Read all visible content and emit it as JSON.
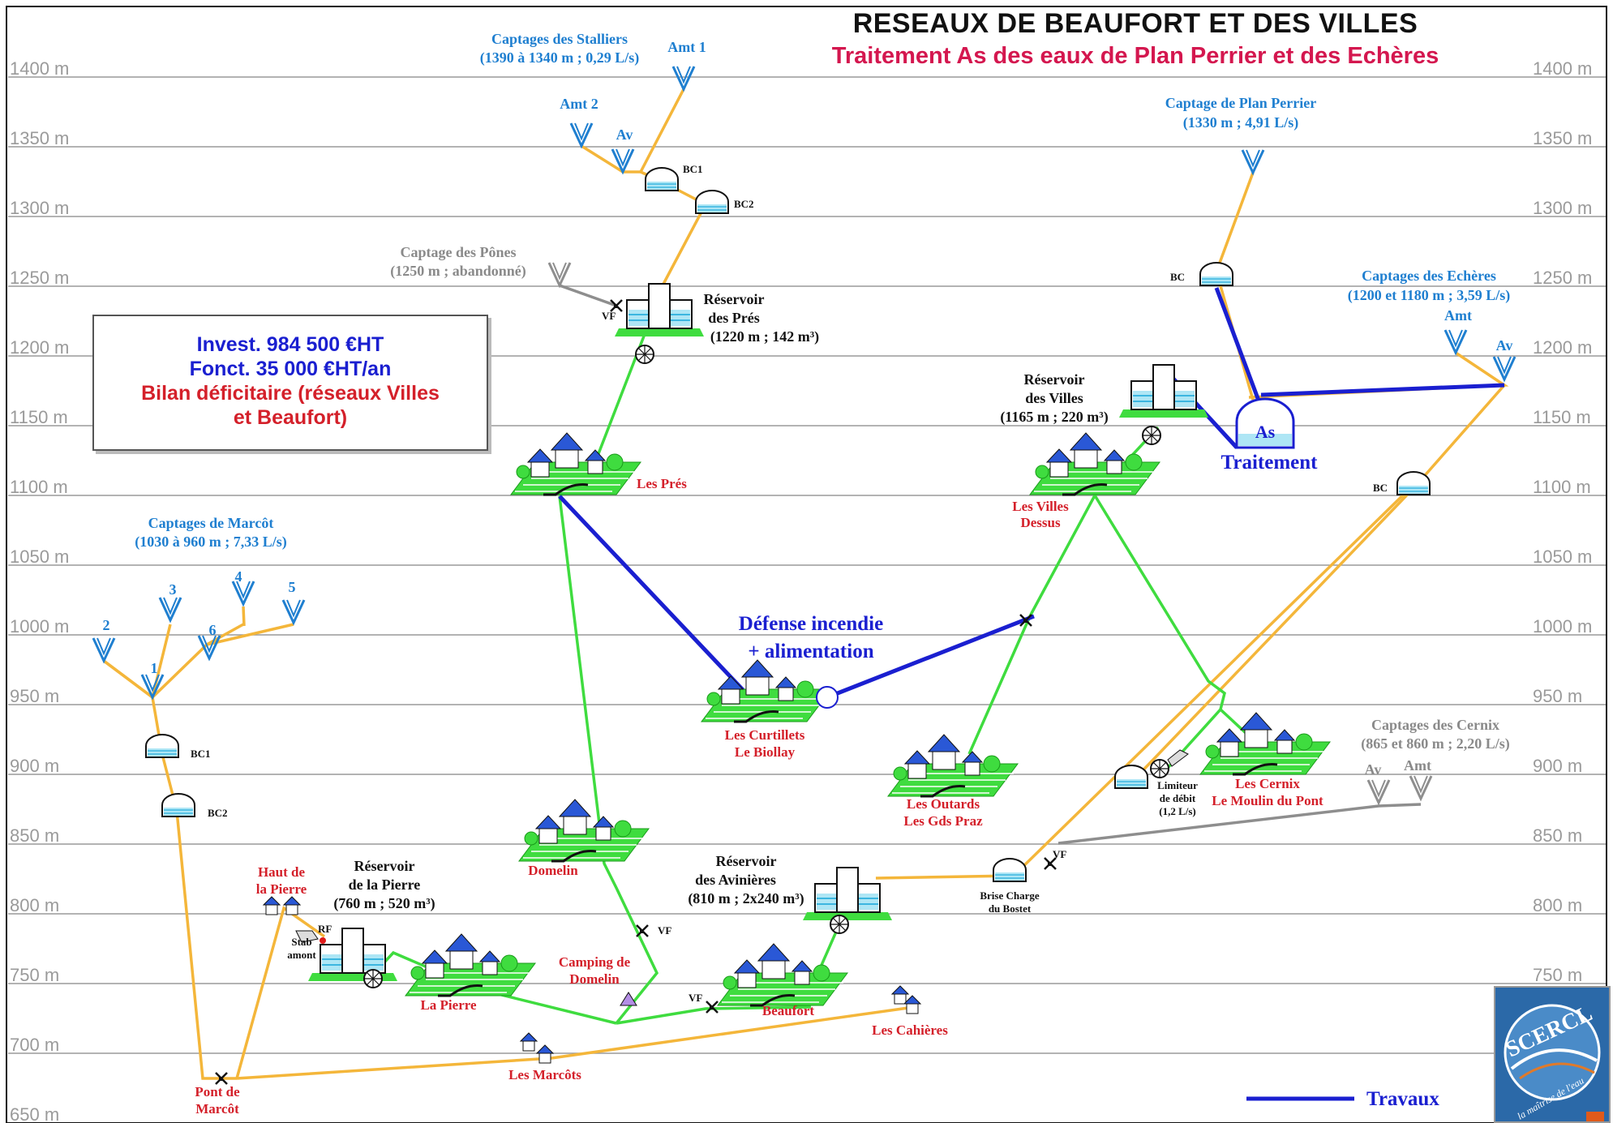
{
  "title": "RESEAUX DE BEAUFORT ET DES VILLES",
  "subtitle": "Traitement As des eaux de Plan Perrier et des Echères",
  "altitude_labels": [
    "1400 m",
    "1350 m",
    "1300 m",
    "1250 m",
    "1200 m",
    "1150 m",
    "1100 m",
    "1050 m",
    "1000 m",
    "950 m",
    "900 m",
    "850 m",
    "800 m",
    "750 m",
    "700 m",
    "650 m"
  ],
  "infobox": {
    "line1": "Invest. 984 500 €HT",
    "line2": "Fonct. 35 000 €HT/an",
    "line3": "Bilan déficitaire (réseaux Villes",
    "line4": "et  Beaufort)"
  },
  "captages": {
    "stalliers": {
      "name": "Captages des Stalliers",
      "detail": "(1390 à 1340 m ; 0,29 L/s)",
      "amt1": "Amt 1",
      "amt2": "Amt 2",
      "av": "Av"
    },
    "pones": {
      "name": "Captage des Pônes",
      "detail": "(1250 m ; abandonné)"
    },
    "plan_perrier": {
      "name": "Captage de Plan Perrier",
      "detail": "(1330 m ; 4,91 L/s)"
    },
    "echeres": {
      "name": "Captages des Echères",
      "detail": "(1200 et 1180 m ; 3,59 L/s)",
      "amt": "Amt",
      "av": "Av"
    },
    "marcot": {
      "name": "Captages de Marcôt",
      "detail": "(1030 à 960 m ; 7,33 L/s)",
      "n1": "1",
      "n2": "2",
      "n3": "3",
      "n4": "4",
      "n5": "5",
      "n6": "6"
    },
    "cernix": {
      "name": "Captages des Cernix",
      "detail": "(865 et 860 m ; 2,20 L/s)",
      "av": "Av",
      "amt": "Amt"
    }
  },
  "structures": {
    "bc1_stalliers": "BC1",
    "bc2_stalliers": "BC2",
    "bc_perrier": "BC",
    "bc_echeres": "BC",
    "bc1_marcot": "BC1",
    "bc2_marcot": "BC2",
    "vf1": "VF",
    "vf2": "VF",
    "vf3": "VF",
    "vf4": "VF",
    "rf": "RF",
    "stab": "Stab",
    "stab2": "amont",
    "as": "As",
    "traitement": "Traitement"
  },
  "reservoirs": {
    "pres": {
      "l1": "Réservoir",
      "l2": "des Prés",
      "l3": "(1220 m ; 142 m³)"
    },
    "villes": {
      "l1": "Réservoir",
      "l2": "des Villes",
      "l3": "(1165 m ; 220 m³)"
    },
    "pierre": {
      "l1": "Réservoir",
      "l2": "de la Pierre",
      "l3": "(760 m ; 520 m³)"
    },
    "avinieres": {
      "l1": "Réservoir",
      "l2": "des Avinières",
      "l3": "(810 m ; 2x240 m³)"
    }
  },
  "villages": {
    "pres": "Les Prés",
    "villes_1": "Les Villes",
    "villes_2": "Dessus",
    "curtillets_1": "Les Curtillets",
    "curtillets_2": "Le Biollay",
    "outards_1": "Les Outards",
    "outards_2": "Les Gds Praz",
    "cernix_1": "Les Cernix",
    "cernix_2": "Le Moulin du Pont",
    "domelin": "Domelin",
    "camping_1": "Camping de",
    "camping_2": "Domelin",
    "beaufort": "Beaufort",
    "pierre": "La Pierre",
    "haut_pierre_1": "Haut de",
    "haut_pierre_2": "la Pierre",
    "cahieres": "Les Cahières",
    "marcots": "Les Marcôts",
    "pont_1": "Pont de",
    "pont_2": "Marcôt"
  },
  "annotations": {
    "defense_1": "Défense incendie",
    "defense_2": "+ alimentation",
    "limiteur_1": "Limiteur",
    "limiteur_2": "de débit",
    "limiteur_3": "(1,2 L/s)",
    "brise_1": "Brise Charge",
    "brise_2": "du Bostet"
  },
  "legend": {
    "label": "Travaux"
  },
  "logo": {
    "name": "SCERCL",
    "tagline": "la maîtrise de l'eau"
  },
  "colors": {
    "pipe_existing": "#f4b63a",
    "pipe_distribution": "#3fdc3f",
    "pipe_works": "#1a1fd0",
    "pipe_abandoned": "#8e8e8e",
    "title_red": "#d4174f",
    "label_blue": "#1f7fd0",
    "label_red": "#d4202a",
    "infobox_blue": "#1a1fd0",
    "infobox_red": "#d4202a"
  }
}
